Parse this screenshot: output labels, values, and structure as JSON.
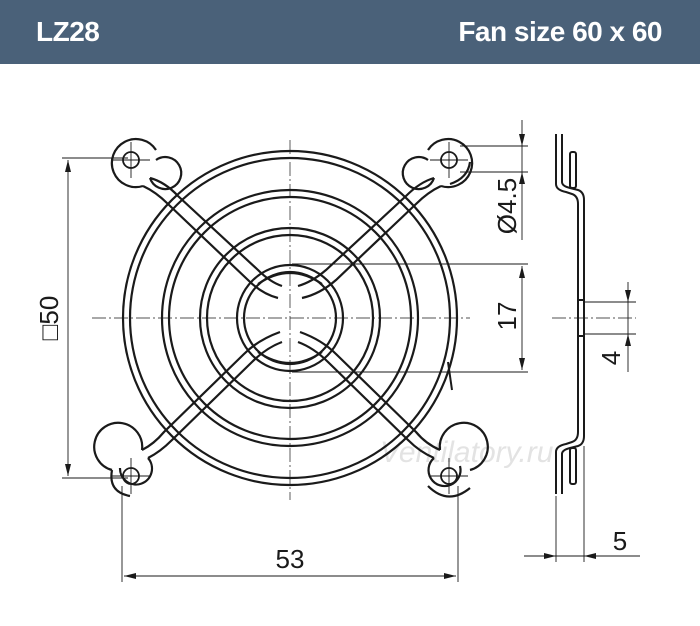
{
  "header": {
    "model": "LZ28",
    "title": "Fan size 60 x 60",
    "background": "#4a6179"
  },
  "dimensions": {
    "overall_width": "53",
    "hole_spacing": "□50",
    "hole_diameter": "Ø4.5",
    "center_ring": "17",
    "side_offset": "4",
    "thickness": "5"
  },
  "watermark": "Ventilatory.ru"
}
